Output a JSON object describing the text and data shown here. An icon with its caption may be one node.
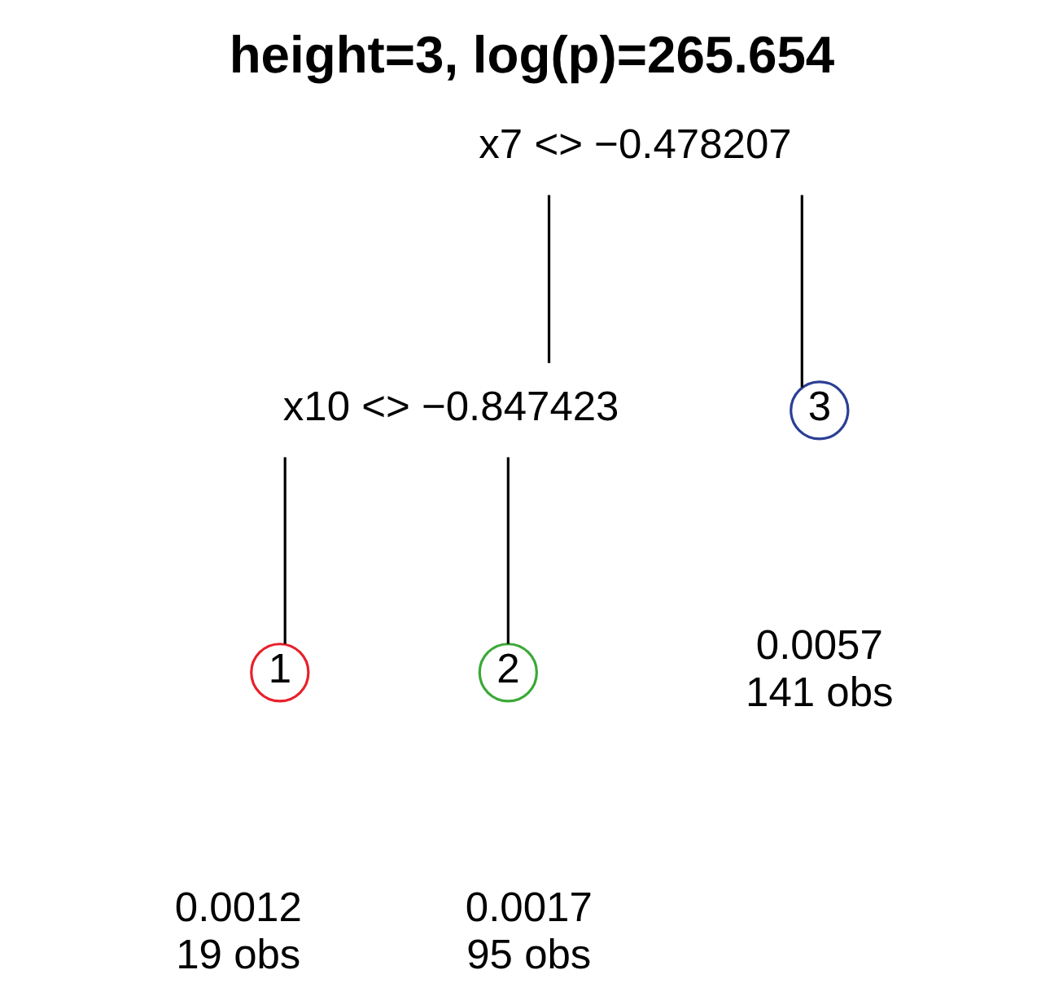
{
  "diagram": {
    "title": "height=3, log(p)=265.654",
    "nodes": [
      {
        "text": [
          "x7 <> −0.478207"
        ]
      },
      {
        "text": [
          "x10 <> −0.847423"
        ]
      },
      {
        "text": [
          "1"
        ],
        "beside": [
          "0.0012",
          "19 obs"
        ]
      },
      {
        "text": [
          "2"
        ],
        "beside": [
          "0.0017",
          "95 obs"
        ]
      },
      {
        "text": [
          "3"
        ],
        "beside": [
          "0.0057",
          "141 obs"
        ]
      }
    ],
    "edges": [
      {
        "from": 0,
        "to": 1,
        "arrow": "none"
      },
      {
        "from": 0,
        "to": 4,
        "arrow": "none"
      },
      {
        "from": 1,
        "to": 2,
        "arrow": "none"
      },
      {
        "from": 1,
        "to": 3,
        "arrow": "none"
      }
    ]
  }
}
